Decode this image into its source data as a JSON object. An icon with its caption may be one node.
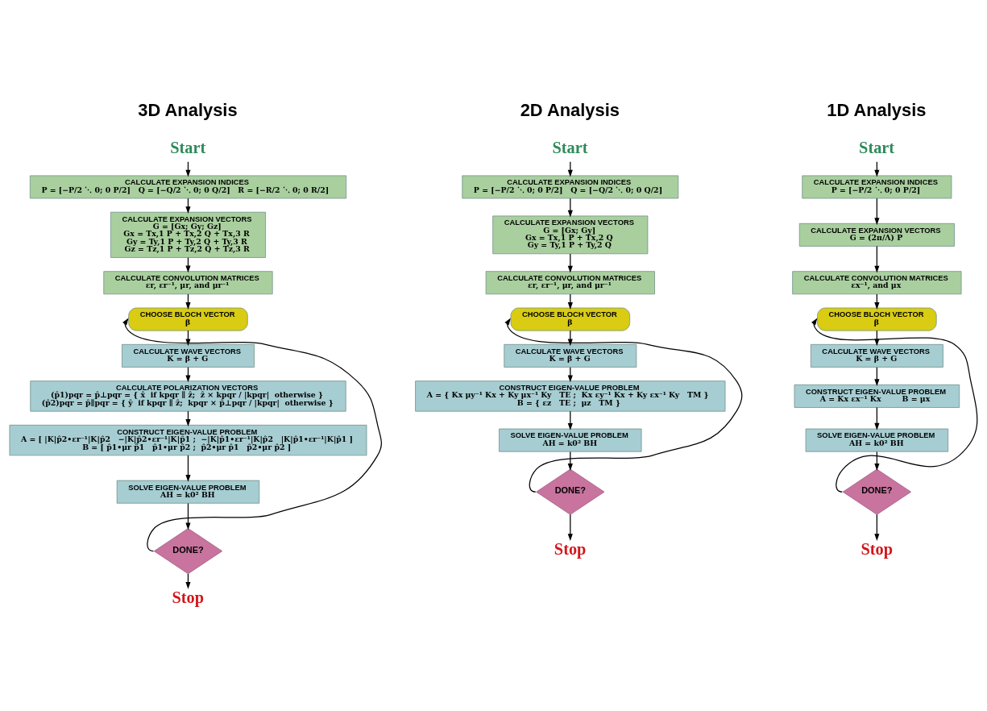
{
  "diagram": {
    "nodes": [
      {
        "text": [
          "Start"
        ]
      },
      {
        "text": [
          "CALCULATE EXPANSION INDICES",
          "P = [−P/2 ⋱ 0; 0 P/2]   Q = [−Q/2 ⋱ 0; 0 Q/2]   R = [−R/2 ⋱ 0; 0 R/2]"
        ]
      },
      {
        "text": [
          "CALCULATE EXPANSION VECTORS",
          "G = [Gx; Gy; Gz]",
          "Gx = Tx,1 P + Tx,2 Q + Tx,3 R",
          "Gy = Ty,1 P + Ty,2 Q + Ty,3 R",
          "Gz = Tz,1 P + Tz,2 Q + Tz,3 R"
        ]
      },
      {
        "text": [
          "CALCULATE CONVOLUTION MATRICES",
          "εr, εr⁻¹, μr, and μr⁻¹"
        ]
      },
      {
        "text": [
          "CHOOSE BLOCH VECTOR",
          "β"
        ]
      },
      {
        "text": [
          "CALCULATE WAVE VECTORS",
          "K = β + G"
        ]
      },
      {
        "text": [
          "CALCULATE POLARIZATION VECTORS",
          "(p̂1)pqr = p̂⊥pqr = { x̂  if kpqr ∥ ẑ;  ẑ × kpqr / |kpqr|  otherwise }",
          "(p̂2)pqr = p̂∥pqr = { ŷ  if kpqr ∥ ẑ;  kpqr × p̂⊥pqr / |kpqr|  otherwise }"
        ]
      },
      {
        "text": [
          "CONSTRUCT EIGEN-VALUE PROBLEM",
          "A = [ |K|p̂2•εr⁻¹|K|p̂2   −|K|p̂2•εr⁻¹|K|p̂1 ;  −|K|p̂1•εr⁻¹|K|p̂2   |K|p̂1•εr⁻¹|K|p̂1 ]",
          "B = [ p̂1•μr p̂1   p̂1•μr p̂2 ;  p̂2•μr p̂1   p̂2•μr p̂2 ]"
        ]
      },
      {
        "text": [
          "SOLVE EIGEN-VALUE PROBLEM",
          "AH = k0² BH"
        ]
      },
      {
        "text": [
          "DONE?"
        ]
      },
      {
        "text": [
          "Stop"
        ]
      },
      {
        "text": [
          "Start"
        ]
      },
      {
        "text": [
          "CALCULATE EXPANSION INDICES",
          "P = [−P/2 ⋱ 0; 0 P/2]   Q = [−Q/2 ⋱ 0; 0 Q/2]"
        ]
      },
      {
        "text": [
          "CALCULATE EXPANSION VECTORS",
          "G = [Gx; Gy]",
          "Gx = Tx,1 P + Tx,2 Q",
          "Gy = Ty,1 P + Ty,2 Q"
        ]
      },
      {
        "text": [
          "CALCULATE CONVOLUTION MATRICES",
          "εr, εr⁻¹, μr, and μr⁻¹"
        ]
      },
      {
        "text": [
          "CHOOSE BLOCH VECTOR",
          "β"
        ]
      },
      {
        "text": [
          "CALCULATE WAVE VECTORS",
          "K = β + G"
        ]
      },
      {
        "text": [
          "CONSTRUCT EIGEN-VALUE PROBLEM",
          "A = { Kx μy⁻¹ Kx + Ky μx⁻¹ Ky   TE ;  Kx εy⁻¹ Kx + Ky εx⁻¹ Ky   TM }",
          "B = { εz   TE ;  μz   TM }"
        ]
      },
      {
        "text": [
          "SOLVE EIGEN-VALUE PROBLEM",
          "AH = k0² BH"
        ]
      },
      {
        "text": [
          "DONE?"
        ]
      },
      {
        "text": [
          "Stop"
        ]
      },
      {
        "text": [
          "Start"
        ]
      },
      {
        "text": [
          "CALCULATE EXPANSION INDICES",
          "P = [−P/2 ⋱ 0; 0 P/2]"
        ]
      },
      {
        "text": [
          "CALCULATE EXPANSION VECTORS",
          "G = (2π/Λ) P"
        ]
      },
      {
        "text": [
          "CALCULATE CONVOLUTION MATRICES",
          "εx⁻¹, and μx"
        ]
      },
      {
        "text": [
          "CHOOSE BLOCH VECTOR",
          "β"
        ]
      },
      {
        "text": [
          "CALCULATE WAVE VECTORS",
          "K = β + G"
        ]
      },
      {
        "text": [
          "CONSTRUCT EIGEN-VALUE PROBLEM",
          "A = Kx εx⁻¹ Kx        B = μx"
        ]
      },
      {
        "text": [
          "SOLVE EIGEN-VALUE PROBLEM",
          "AH = k0² BH"
        ]
      },
      {
        "text": [
          "DONE?"
        ]
      },
      {
        "text": [
          "Stop"
        ]
      }
    ],
    "edges": [
      {
        "from": 0,
        "to": 1,
        "arrow": "to"
      },
      {
        "from": 1,
        "to": 2,
        "arrow": "to"
      },
      {
        "from": 2,
        "to": 3,
        "arrow": "to"
      },
      {
        "from": 3,
        "to": 4,
        "arrow": "to"
      },
      {
        "from": 4,
        "to": 5,
        "arrow": "to"
      },
      {
        "from": 5,
        "to": 6,
        "arrow": "to"
      },
      {
        "from": 6,
        "to": 7,
        "arrow": "to"
      },
      {
        "from": 7,
        "to": 8,
        "arrow": "to"
      },
      {
        "from": 8,
        "to": 9,
        "arrow": "to"
      },
      {
        "from": 9,
        "to": 10,
        "arrow": "to"
      },
      {
        "from": 9,
        "to": 4,
        "arrow": "to"
      },
      {
        "from": 11,
        "to": 12,
        "arrow": "to"
      },
      {
        "from": 12,
        "to": 13,
        "arrow": "to"
      },
      {
        "from": 13,
        "to": 14,
        "arrow": "to"
      },
      {
        "from": 14,
        "to": 15,
        "arrow": "to"
      },
      {
        "from": 15,
        "to": 16,
        "arrow": "to"
      },
      {
        "from": 16,
        "to": 17,
        "arrow": "to"
      },
      {
        "from": 17,
        "to": 18,
        "arrow": "to"
      },
      {
        "from": 18,
        "to": 19,
        "arrow": "to"
      },
      {
        "from": 19,
        "to": 20,
        "arrow": "to"
      },
      {
        "from": 19,
        "to": 15,
        "arrow": "to"
      },
      {
        "from": 21,
        "to": 22,
        "arrow": "to"
      },
      {
        "from": 22,
        "to": 23,
        "arrow": "to"
      },
      {
        "from": 23,
        "to": 24,
        "arrow": "to"
      },
      {
        "from": 24,
        "to": 25,
        "arrow": "to"
      },
      {
        "from": 25,
        "to": 26,
        "arrow": "to"
      },
      {
        "from": 26,
        "to": 27,
        "arrow": "to"
      },
      {
        "from": 27,
        "to": 28,
        "arrow": "to"
      },
      {
        "from": 28,
        "to": 29,
        "arrow": "to"
      },
      {
        "from": 29,
        "to": 30,
        "arrow": "to"
      },
      {
        "from": 29,
        "to": 25,
        "arrow": "to"
      }
    ],
    "labels": [
      "3D Analysis",
      "2D Analysis",
      "1D Analysis"
    ]
  }
}
